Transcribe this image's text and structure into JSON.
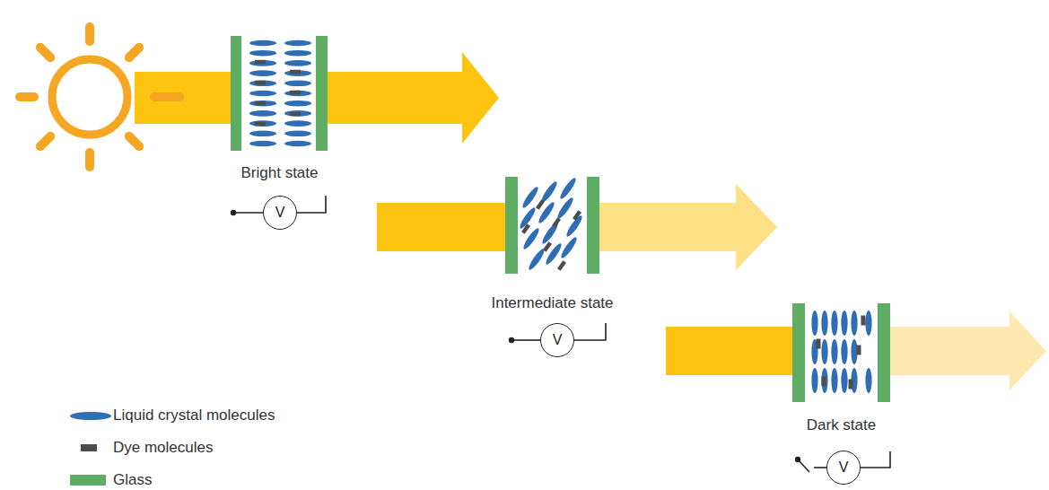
{
  "diagram": {
    "nodes": [
      {
        "text": [
          "Bright state"
        ]
      },
      {
        "text": [
          "V"
        ]
      },
      {
        "text": [
          "Intermediate state"
        ]
      },
      {
        "text": [
          "V"
        ]
      },
      {
        "text": [
          "Dark state"
        ]
      },
      {
        "text": [
          "V"
        ]
      }
    ],
    "legend": [
      {
        "text": "Liquid crystal molecules",
        "color": "#2f6db5"
      },
      {
        "text": "Dye molecules",
        "color": "#4d4d4d"
      },
      {
        "text": "Glass",
        "color": "#5fad65"
      }
    ]
  }
}
